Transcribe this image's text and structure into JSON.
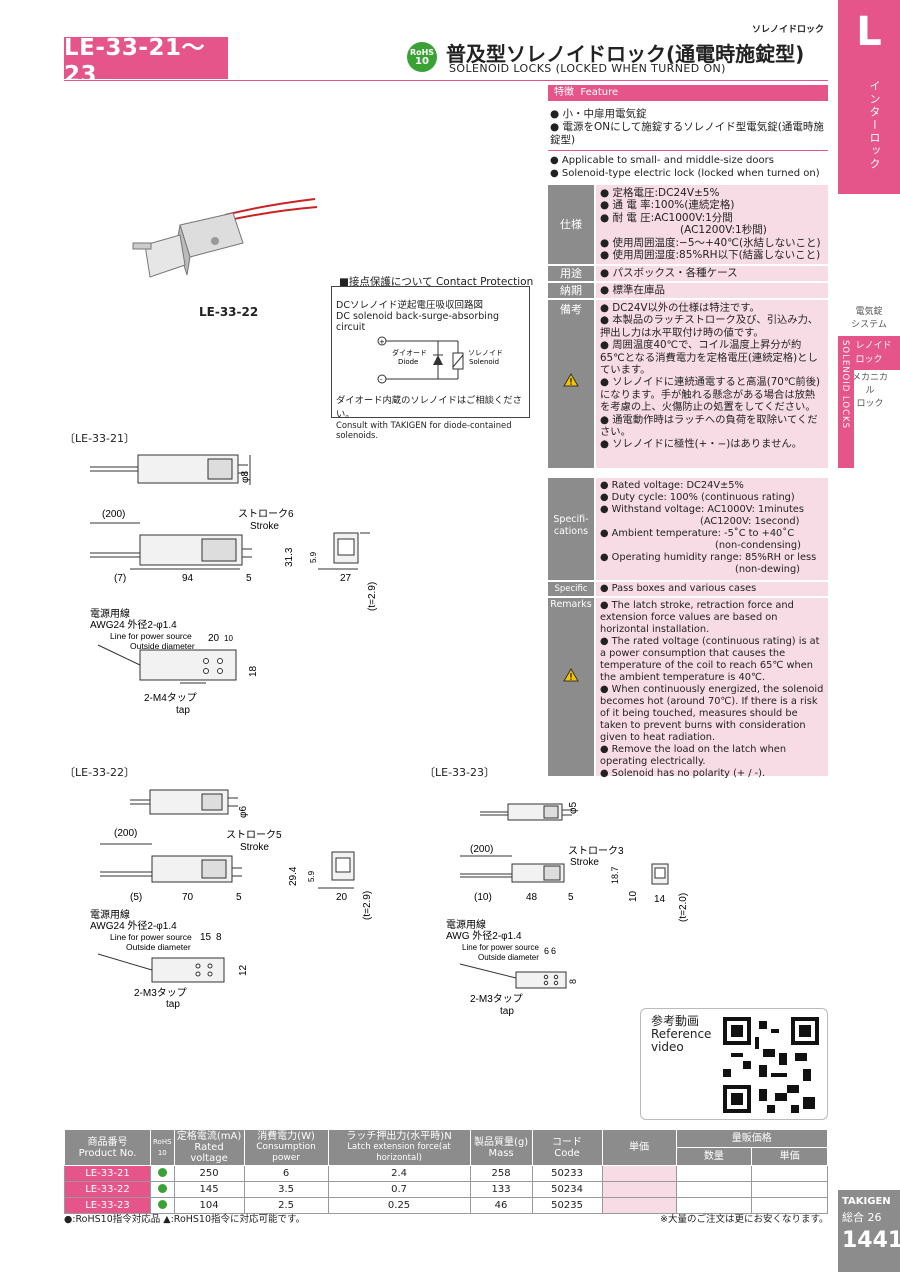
{
  "header": {
    "model_range": "LE-33-21〜23",
    "rohs_top": "RoHS",
    "rohs_bottom": "10",
    "title_jp": "普及型ソレノイドロック(通電時施錠型)",
    "title_en": "SOLENOID LOCKS (LOCKED WHEN TURNED ON)",
    "category_small": "ソレノイドロック"
  },
  "side_tab": {
    "letter": "L",
    "section": "インターロック",
    "items": [
      "電気錠",
      "システム"
    ],
    "active": [
      "ソレノイド",
      "ロック"
    ],
    "after": [
      "メカニカル",
      "ロック"
    ],
    "vertical": "SOLENOID LOCKS"
  },
  "feature": {
    "bar_jp": "特徴",
    "bar_en": "Feature",
    "jp": [
      "小・中扉用電気錠",
      "電源をONにして施錠するソレノイド型電気錠(通電時施錠型)"
    ],
    "en": [
      "Applicable to small- and middle-size doors",
      "Solenoid-type electric lock (locked when turned on)"
    ]
  },
  "spec_jp": {
    "labels": {
      "spec": "仕様",
      "use": "用途",
      "delivery": "納期",
      "remarks": "備考"
    },
    "spec": [
      "定格電圧:DC24V±5%",
      "通 電 率:100%(連続定格)",
      "耐 電 圧:AC1000V:1分間",
      "(AC1200V:1秒間)",
      "使用周囲温度:−5〜+40℃(氷結しないこと)",
      "使用周囲湿度:85%RH以下(結露しないこと)"
    ],
    "use": "パスボックス・各種ケース",
    "delivery": "標準在庫品",
    "remarks": [
      "DC24V以外の仕様は特注です。",
      "本製品のラッチストローク及び、引込み力、押出し力は水平取付け時の値です。",
      "周囲温度40℃で、コイル温度上昇分が約65℃となる消費電力を定格電圧(連続定格)としています。",
      "ソレノイドに連続通電すると高温(70℃前後)になります。手が触れる懸念がある場合は放熱を考慮の上、火傷防止の処置をしてください。",
      "通電動作時はラッチへの負荷を取除いてください。",
      "ソレノイドに極性(+・−)はありません。"
    ]
  },
  "spec_en": {
    "labels": {
      "spec": "Specifi-cations",
      "use": "Specific use",
      "remarks": "Remarks"
    },
    "spec": [
      "Rated voltage: DC24V±5%",
      "Duty cycle: 100% (continuous rating)",
      "Withstand voltage: AC1000V: 1minutes",
      "(AC1200V: 1second)",
      "Ambient temperature: -5˚C to +40˚C",
      "(non-condensing)",
      "Operating humidity range: 85%RH or less",
      "(non-dewing)"
    ],
    "use": "Pass boxes and various cases",
    "remarks": [
      "The latch stroke, retraction force and extension force values are based on horizontal installation.",
      "The rated voltage (continuous rating) is at a power consumption that causes the temperature of the coil to reach 65℃ when the ambient temperature is 40℃.",
      "When continuously energized, the solenoid becomes hot (around 70℃). If there is a risk of it being touched, measures should be taken to prevent burns with consideration given to heat radiation.",
      "Remove the load on the latch when operating electrically.",
      "Solenoid has no polarity (+ / -)."
    ]
  },
  "photo_label": "LE-33-22",
  "contact_protection": {
    "heading": "■接点保護について Contact Protection",
    "jp": "DCソレノイド逆起電圧吸収回路図",
    "en": "DC solenoid back-surge-absorbing circuit",
    "diode_jp": "ダイオード",
    "diode_en": "Diode",
    "sol_jp": "ソレノイド",
    "sol_en": "Solenoid",
    "plus": "+",
    "minus": "-",
    "note_jp": "ダイオード内蔵のソレノイドはご相談ください。",
    "note_en": "Consult with TAKIGEN for diode-contained solenoids."
  },
  "drawings": {
    "d21": {
      "label": "〔LE-33-21〕",
      "phi": "φ8",
      "len200": "(200)",
      "stroke_jp": "ストローク6",
      "stroke_en": "Stroke",
      "h313": "31.3",
      "h59": "5.9",
      "w7": "(7)",
      "w94": "94",
      "w5": "5",
      "w27": "27",
      "t": "(t=2.9)",
      "wire_jp": "電源用線",
      "wire_awg": "AWG24 外径2-φ1.4",
      "wire_en1": "Line for power source",
      "wire_en2": "Outside diameter",
      "w20": "20",
      "w10": "10",
      "h18": "18",
      "tap_jp": "2-M4タップ",
      "tap_en": "tap"
    },
    "d22": {
      "label": "〔LE-33-22〕",
      "phi": "φ6",
      "len200": "(200)",
      "stroke_jp": "ストローク5",
      "stroke_en": "Stroke",
      "h294": "29.4",
      "h59": "5.9",
      "w5a": "(5)",
      "w70": "70",
      "w5": "5",
      "w20": "20",
      "t": "(t=2.9)",
      "wire_jp": "電源用線",
      "wire_awg": "AWG24 外径2-φ1.4",
      "wire_en1": "Line for power source",
      "wire_en2": "Outside diameter",
      "w15": "15",
      "w8": "8",
      "h12": "12",
      "tap_jp": "2-M3タップ",
      "tap_en": "tap"
    },
    "d23": {
      "label": "〔LE-33-23〕",
      "phi": "φ5",
      "len200": "(200)",
      "stroke_jp": "ストローク3",
      "stroke_en": "Stroke",
      "h187": "18.7",
      "h10": "10",
      "w10": "(10)",
      "w48": "48",
      "w5": "5",
      "w14": "14",
      "t": "(t=2.0)",
      "wire_jp": "電源用線",
      "wire_awg": "AWG 外径2-φ1.4",
      "wire_en1": "Line for power source",
      "wire_en2": "Outside diameter",
      "w6a": "6",
      "w6b": "6",
      "h8": "8",
      "tap_jp": "2-M3タップ",
      "tap_en": "tap"
    }
  },
  "video": {
    "jp": "参考動画",
    "en1": "Reference",
    "en2": "video"
  },
  "table": {
    "headers": [
      [
        "商品番号",
        "Product No."
      ],
      [
        "RoHS",
        "10"
      ],
      [
        "定格電流(mA)",
        "Rated voltage"
      ],
      [
        "消費電力(W)",
        "Consumption power"
      ],
      [
        "ラッチ押出力(水平時)N",
        "Latch extension force(at horizontal)"
      ],
      [
        "製品質量(g)",
        "Mass"
      ],
      [
        "コード",
        "Code"
      ],
      [
        "単価",
        ""
      ],
      [
        "量販価格",
        ""
      ]
    ],
    "sub": [
      "数量",
      "単価"
    ],
    "rows": [
      {
        "pn": "LE-33-21",
        "cur": "250",
        "pow": "6",
        "force": "2.4",
        "mass": "258",
        "code": "50233"
      },
      {
        "pn": "LE-33-22",
        "cur": "145",
        "pow": "3.5",
        "force": "0.7",
        "mass": "133",
        "code": "50234"
      },
      {
        "pn": "LE-33-23",
        "cur": "104",
        "pow": "2.5",
        "force": "0.25",
        "mass": "46",
        "code": "50235"
      }
    ]
  },
  "footnote": "●:RoHS10指令対応品 ▲:RoHS10指令に対応可能です。",
  "footnote_right": "※大量のご注文は更にお安くなります。",
  "page": {
    "brand": "TAKIGEN",
    "sub": "総合",
    "num_small": "26",
    "num": "1441"
  },
  "colors": {
    "accent": "#e5558a",
    "gray": "#8c8c8c",
    "rohs": "#3aa235",
    "spec_bg": "#f7dce6"
  }
}
